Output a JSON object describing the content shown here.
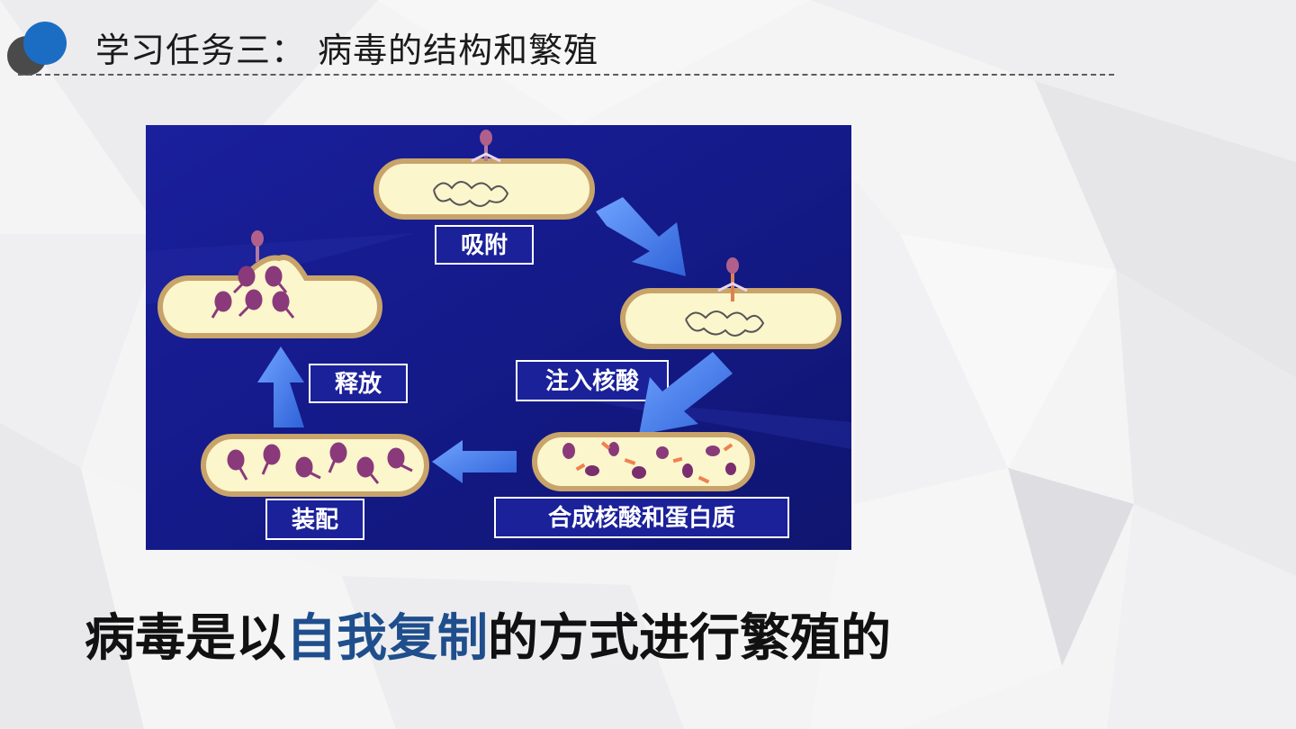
{
  "slide": {
    "title": "学习任务三： 病毒的结构和繁殖"
  },
  "diagram": {
    "steps": {
      "adsorb": "吸附",
      "inject": "注入核酸",
      "synthesize": "合成核酸和蛋白质",
      "assemble": "装配",
      "release": "释放"
    }
  },
  "caption": {
    "before": "病毒是以",
    "highlight": "自我复制",
    "after": "的方式进行繁殖的"
  },
  "colors": {
    "accent_blue": "#1b6dc4",
    "highlight_text": "#1f4e8c",
    "diagram_bg": "#131a8a",
    "arrow_blue": "#4a86ef",
    "cell_fill": "#fbf6cc"
  }
}
